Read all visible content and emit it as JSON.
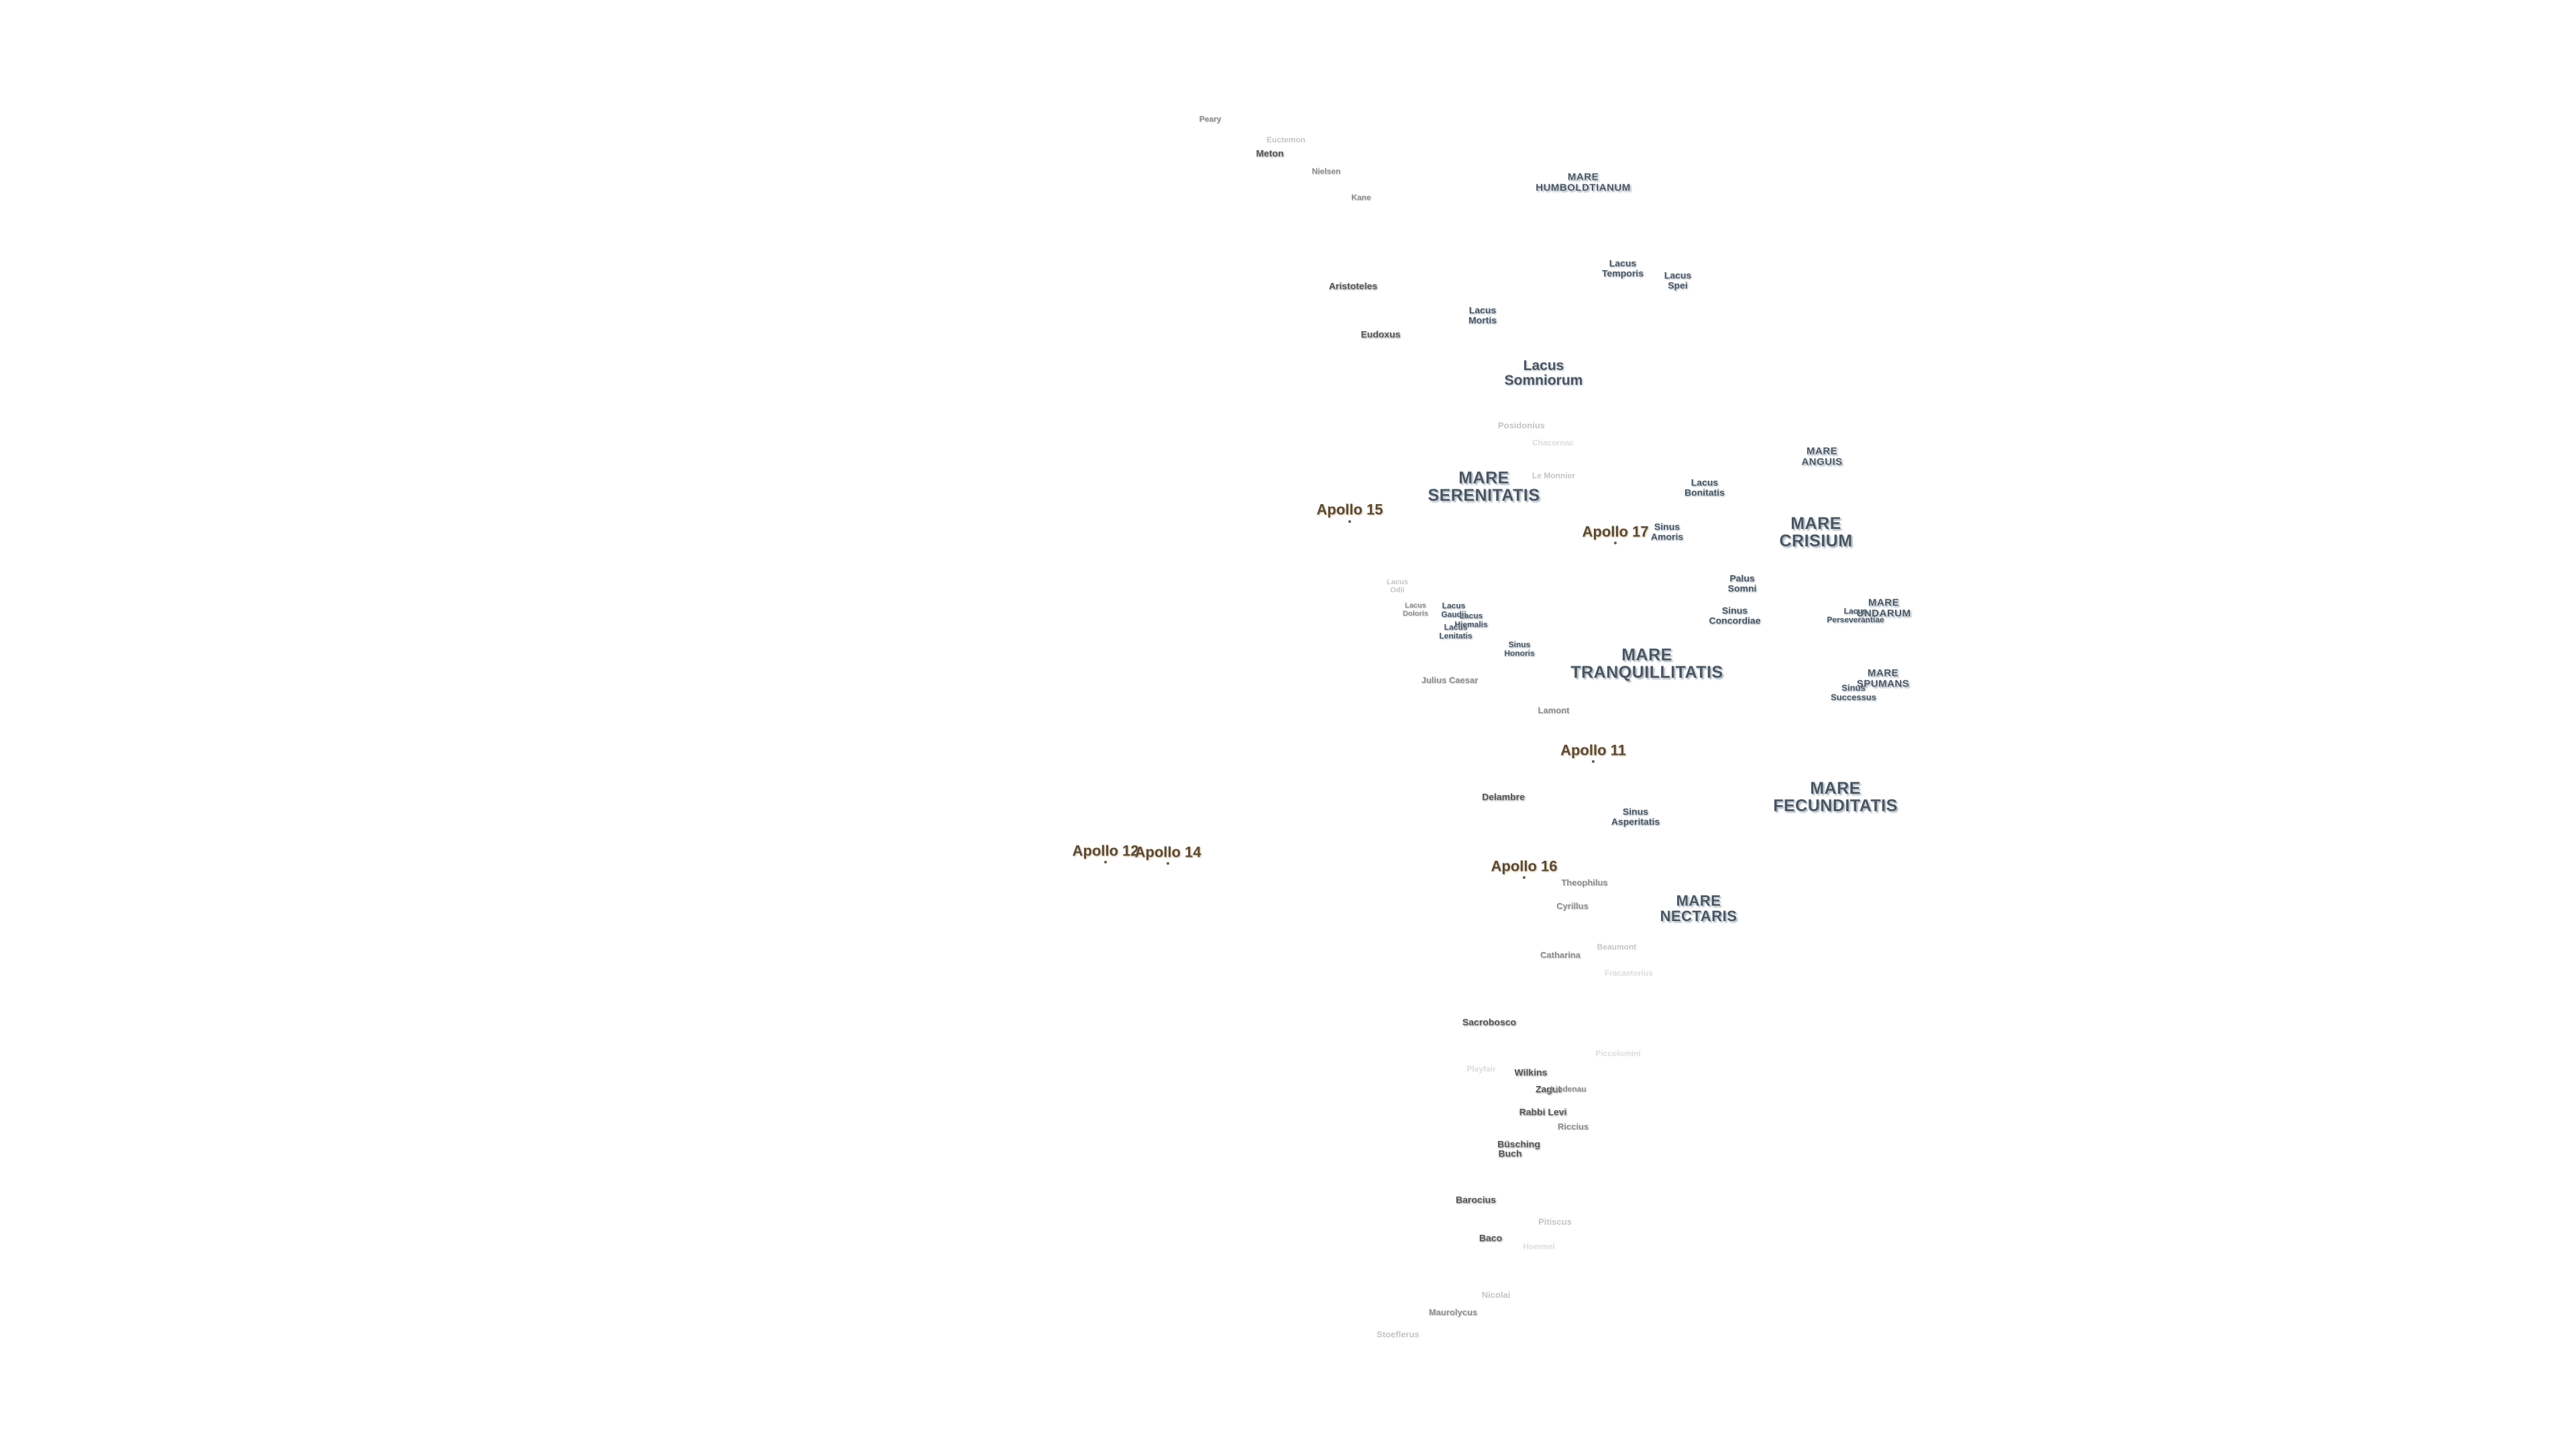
{
  "map": {
    "maria": {
      "humboldtianum": "MARE\nHUMBOLDTIANUM",
      "serenitatis": "MARE\nSERENITATIS",
      "anguis": "MARE\nANGUIS",
      "crisium": "MARE\nCRISIUM",
      "undarum": "MARE\nUNDARUM",
      "tranquillitatis": "MARE\nTRANQUILLITATIS",
      "spumans": "MARE\nSPUMANS",
      "fecunditatis": "MARE\nFECUNDITATIS",
      "nectaris": "MARE\nNECTARIS"
    },
    "lacus_sinus_palus": {
      "lacus_temporis": "Lacus\nTemporis",
      "lacus_spei": "Lacus\nSpei",
      "lacus_mortis": "Lacus\nMortis",
      "lacus_somniorum": "Lacus\nSomniorum",
      "lacus_bonitatis": "Lacus\nBonitatis",
      "sinus_amoris": "Sinus\nAmoris",
      "palus_somni": "Palus\nSomni",
      "sinus_concordiae": "Sinus\nConcordiae",
      "lacus_perseverantiae": "Lacus\nPerseverantiae",
      "lacus_gaudii": "Lacus\nGaudii",
      "lacus_hiemalis": "Lacus\nHiemalis",
      "lacus_lenitatis": "Lacus\nLenitatis",
      "lacus_odii": "Lacus\nOdii",
      "lacus_doloris": "Lacus\nDoloris",
      "sinus_honoris": "Sinus\nHonoris",
      "sinus_successus": "Sinus\nSuccessus",
      "sinus_asperitatis": "Sinus\nAsperitatis"
    },
    "craters": {
      "peary": "Peary",
      "euctemon": "Euctemon",
      "meton": "Meton",
      "nielsen": "Nielsen",
      "kane": "Kane",
      "aristoteles": "Aristoteles",
      "eudoxus": "Eudoxus",
      "posidonius": "Posidonius",
      "chacornac": "Chacornac",
      "le_monnier": "Le Monnier",
      "julius_caesar": "Julius Caesar",
      "lamont": "Lamont",
      "delambre": "Delambre",
      "theophilus": "Theophilus",
      "cyrillus": "Cyrillus",
      "beaumont": "Beaumont",
      "catharina": "Catharina",
      "fracastorius": "Fracastorius",
      "sacrobosco": "Sacrobosco",
      "piccolomini": "Piccolomini",
      "playfair": "Playfair",
      "wilkins": "Wilkins",
      "zagut": "Zagut",
      "lindenau": "Lindenau",
      "rabbi_levi": "Rabbi Levi",
      "riccius": "Riccius",
      "busching": "Büsching",
      "buch": "Buch",
      "barocius": "Barocius",
      "pitiscus": "Pitiscus",
      "baco": "Baco",
      "hommel": "Hommel",
      "nicolai": "Nicolai",
      "maurolycus": "Maurolycus",
      "stoeflerus": "Stoeflerus"
    },
    "landing_sites": {
      "apollo_15": "Apollo 15",
      "apollo_17": "Apollo 17",
      "apollo_11": "Apollo 11",
      "apollo_16": "Apollo 16",
      "apollo_12": "Apollo 12",
      "apollo_14": "Apollo 14"
    }
  },
  "colors": {
    "background": "#ffffff",
    "mare_text": "#4a5560",
    "crater_text": "#555555",
    "apollo_text": "#5a4a3a",
    "apollo_glow": "#be965a"
  }
}
